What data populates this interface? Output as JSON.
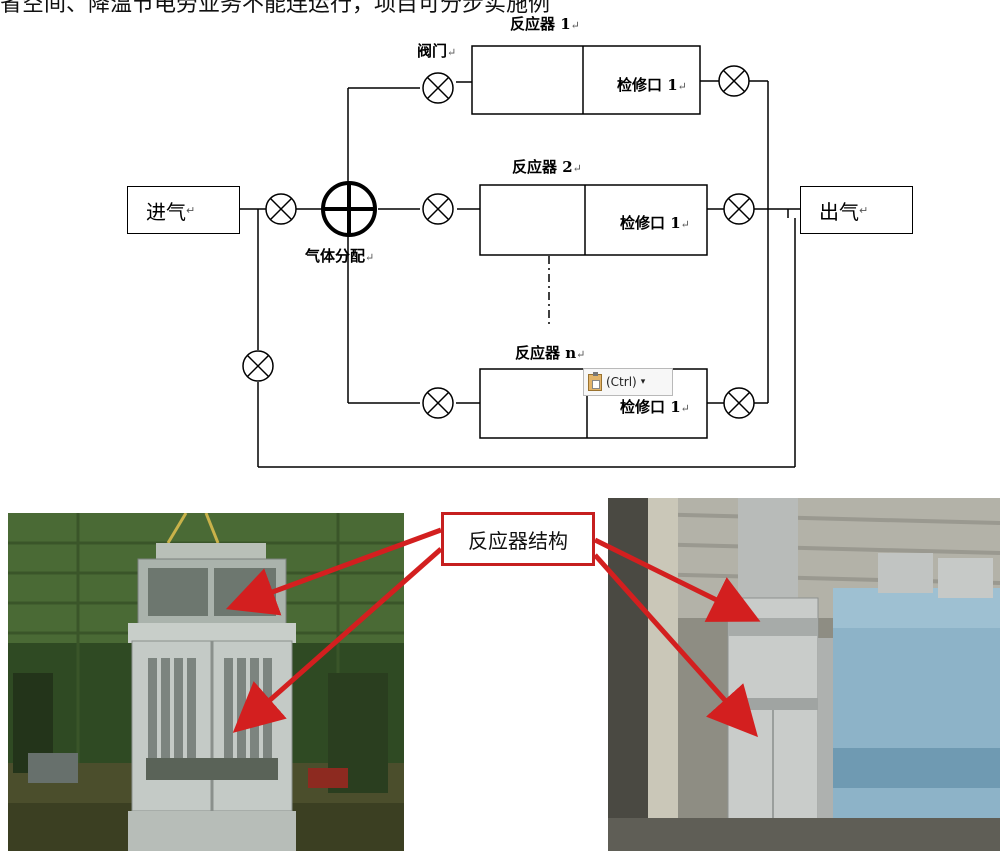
{
  "header_text": "省空间、降温节电劳业务不能连运行，项目可分步实施例",
  "diagram": {
    "inlet": "进气",
    "outlet": "出气",
    "gas_distribution": "气体分配",
    "valve_label": "阀门",
    "reactors": [
      {
        "title": "反应器 1",
        "port": "检修口 1"
      },
      {
        "title": "反应器 2",
        "port": "检修口 1"
      },
      {
        "title": "反应器 n",
        "port": "检修口 1"
      }
    ],
    "return_mark": "↵"
  },
  "paste_popup": {
    "label": "(Ctrl)",
    "arrow": "▾"
  },
  "photos": {
    "callout": "反应器结构",
    "accent_color": "#d31f1f"
  }
}
